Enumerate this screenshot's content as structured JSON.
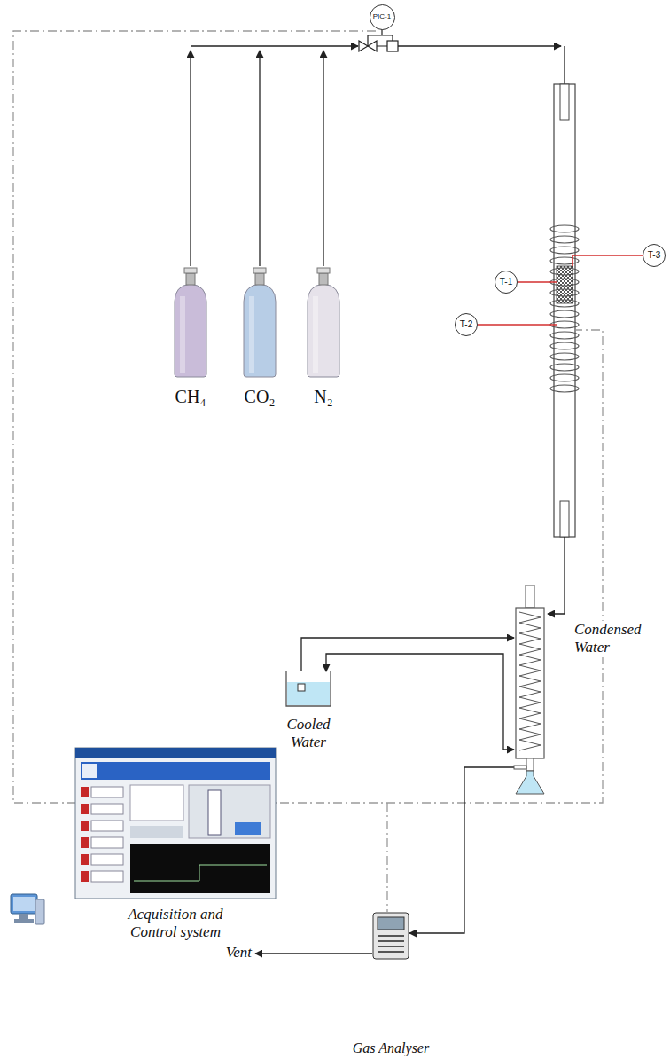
{
  "diagram": {
    "nodes": [
      {
        "text": [
          "PIC-1"
        ]
      },
      {
        "text": [
          "T-3"
        ]
      },
      {
        "text": [
          "T-1"
        ]
      },
      {
        "text": [
          "T-2"
        ]
      },
      {
        "text": [
          "CH₄"
        ]
      },
      {
        "text": [
          "CO₂"
        ]
      },
      {
        "text": [
          "N₂"
        ]
      },
      {
        "text": [
          "Cooled Water"
        ]
      },
      {
        "text": [
          "Condensed Water"
        ]
      },
      {
        "text": [
          "Acquisition and Control system"
        ]
      },
      {
        "text": [
          "Gas Analyser"
        ]
      }
    ],
    "edges": [
      {
        "from": 7,
        "to": 8,
        "arrow": "to"
      },
      {
        "from": 8,
        "to": 7,
        "arrow": "both"
      },
      {
        "from": 8,
        "to": 10,
        "arrow": "to"
      }
    ],
    "labels": [
      "Vent"
    ]
  }
}
